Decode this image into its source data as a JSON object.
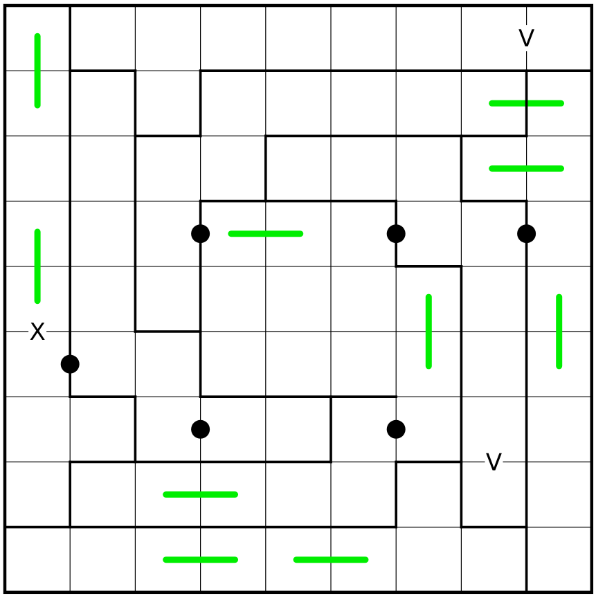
{
  "puzzle": {
    "rows": 9,
    "cols": 9,
    "colors": {
      "background": "#ffffff",
      "grid_line": "#000000",
      "region_border": "#000000",
      "dot": "#000000",
      "bar": "#00ee00"
    },
    "region_borders": {
      "horizontal": [
        {
          "row": 1,
          "from_col": 1,
          "to_col": 2
        },
        {
          "row": 1,
          "from_col": 3,
          "to_col": 9
        },
        {
          "row": 2,
          "from_col": 2,
          "to_col": 3
        },
        {
          "row": 2,
          "from_col": 4,
          "to_col": 7
        },
        {
          "row": 2,
          "from_col": 7,
          "to_col": 8
        },
        {
          "row": 3,
          "from_col": 3,
          "to_col": 6
        },
        {
          "row": 3,
          "from_col": 7,
          "to_col": 8
        },
        {
          "row": 4,
          "from_col": 6,
          "to_col": 7
        },
        {
          "row": 5,
          "from_col": 2,
          "to_col": 3
        },
        {
          "row": 6,
          "from_col": 1,
          "to_col": 2
        },
        {
          "row": 6,
          "from_col": 3,
          "to_col": 6
        },
        {
          "row": 7,
          "from_col": 1,
          "to_col": 5
        },
        {
          "row": 7,
          "from_col": 6,
          "to_col": 7
        },
        {
          "row": 8,
          "from_col": 0,
          "to_col": 6
        },
        {
          "row": 8,
          "from_col": 7,
          "to_col": 8
        }
      ],
      "vertical": [
        {
          "col": 1,
          "from_row": 0,
          "to_row": 6
        },
        {
          "col": 1,
          "from_row": 7,
          "to_row": 8
        },
        {
          "col": 2,
          "from_row": 1,
          "to_row": 5
        },
        {
          "col": 2,
          "from_row": 6,
          "to_row": 7
        },
        {
          "col": 3,
          "from_row": 1,
          "to_row": 2
        },
        {
          "col": 3,
          "from_row": 3,
          "to_row": 6
        },
        {
          "col": 4,
          "from_row": 2,
          "to_row": 3
        },
        {
          "col": 5,
          "from_row": 6,
          "to_row": 7
        },
        {
          "col": 6,
          "from_row": 3,
          "to_row": 4
        },
        {
          "col": 6,
          "from_row": 7,
          "to_row": 8
        },
        {
          "col": 7,
          "from_row": 2,
          "to_row": 3
        },
        {
          "col": 7,
          "from_row": 4,
          "to_row": 8
        },
        {
          "col": 8,
          "from_row": 1,
          "to_row": 2
        },
        {
          "col": 8,
          "from_row": 3,
          "to_row": 9
        }
      ]
    },
    "dots": [
      {
        "row": 3.5,
        "col": 3
      },
      {
        "row": 3.5,
        "col": 6
      },
      {
        "row": 3.5,
        "col": 8
      },
      {
        "row": 5.5,
        "col": 1
      },
      {
        "row": 6.5,
        "col": 3
      },
      {
        "row": 6.5,
        "col": 6
      }
    ],
    "bars": [
      {
        "orientation": "vertical",
        "row": 0,
        "col": 0,
        "span": 1
      },
      {
        "orientation": "horizontal",
        "row": 1,
        "col": 7,
        "span": 1
      },
      {
        "orientation": "horizontal",
        "row": 2,
        "col": 7,
        "span": 1
      },
      {
        "orientation": "horizontal",
        "row": 3,
        "col": 3,
        "span": 1
      },
      {
        "orientation": "vertical",
        "row": 3,
        "col": 0,
        "span": 1
      },
      {
        "orientation": "vertical",
        "row": 4,
        "col": 6,
        "span": 1
      },
      {
        "orientation": "vertical",
        "row": 4,
        "col": 8,
        "span": 1
      },
      {
        "orientation": "horizontal",
        "row": 7,
        "col": 2,
        "span": 1
      },
      {
        "orientation": "horizontal",
        "row": 8,
        "col": 2,
        "span": 1
      },
      {
        "orientation": "horizontal",
        "row": 8,
        "col": 4,
        "span": 1
      }
    ],
    "edge_clues": [
      {
        "label": "V",
        "row": 0.5,
        "col": 8
      },
      {
        "label": "X",
        "row": 5,
        "col": 0.5
      },
      {
        "label": "V",
        "row": 7,
        "col": 7.5
      }
    ]
  }
}
